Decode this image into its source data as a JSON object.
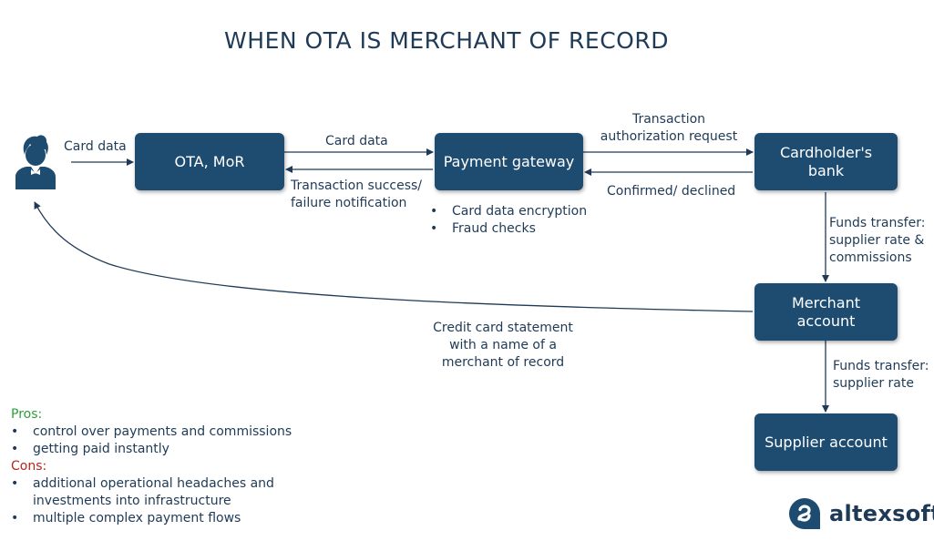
{
  "title": "WHEN OTA IS MERCHANT OF RECORD",
  "nodes": {
    "ota": "OTA,  MoR",
    "gateway": "Payment gateway",
    "bank_line1": "Cardholder's",
    "bank_line2": "bank",
    "merchant_line1": "Merchant",
    "merchant_line2": "account",
    "supplier": "Supplier account"
  },
  "edge_labels": {
    "user_to_ota": "Card data",
    "ota_to_gateway": "Card data",
    "gateway_to_ota_line1": "Transaction success/",
    "gateway_to_ota_line2": "failure notification",
    "gateway_to_bank_line1": "Transaction",
    "gateway_to_bank_line2": "authorization request",
    "bank_to_gateway": "Confirmed/ declined",
    "bank_to_merchant_line1": "Funds transfer:",
    "bank_to_merchant_line2": "supplier rate &",
    "bank_to_merchant_line3": "commissions",
    "merchant_to_supplier_line1": "Funds transfer:",
    "merchant_to_supplier_line2": "supplier rate",
    "merchant_to_user_line1": "Credit card statement",
    "merchant_to_user_line2": "with a name of a",
    "merchant_to_user_line3": "merchant of record"
  },
  "gateway_notes": [
    "Card data encryption",
    "Fraud checks"
  ],
  "pros": {
    "heading": "Pros:",
    "heading_color": "#2e9e3e",
    "items": [
      "control over payments and commissions",
      "getting paid instantly"
    ]
  },
  "cons": {
    "heading": "Cons:",
    "heading_color": "#b3261e",
    "items_line": [
      "additional operational headaches and",
      "investments into infrastructure",
      "multiple complex payment flows"
    ]
  },
  "logo": {
    "text": "altexsoft"
  },
  "colors": {
    "box": "#1e4c71",
    "text": "#1e3a56"
  }
}
